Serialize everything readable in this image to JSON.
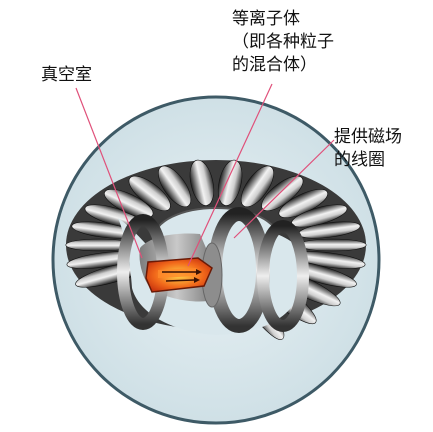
{
  "labels": {
    "vacuum_chamber": "真空室",
    "plasma": {
      "line1": "等离子体",
      "line2": "（即各种粒子",
      "line3": "的混合体）"
    },
    "magnetic_coils": {
      "line1": "提供磁场",
      "line2": "的线圈"
    }
  },
  "colors": {
    "circle_fill": "#d9e7ec",
    "circle_border": "#3e5a66",
    "leader_line": "#e0507a",
    "coil_light": "#e6e6e6",
    "coil_dark": "#1f1f1f",
    "chamber_interior": "#9a9a9a",
    "plasma_glow": "#f05a1a",
    "plasma_core": "#ffcc33"
  },
  "icons": [
    "tokamak-torus",
    "plasma-arrow"
  ]
}
